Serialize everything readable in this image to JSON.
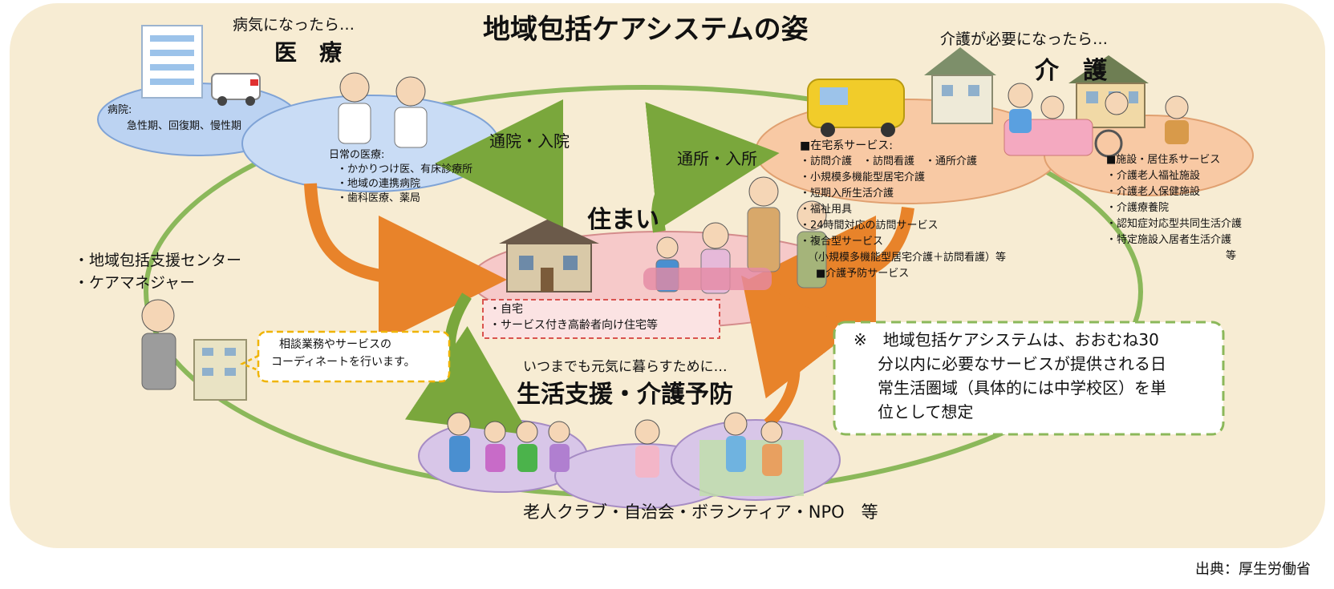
{
  "title": "地域包括ケアシステムの姿",
  "medical": {
    "heading_small": "病気になったら…",
    "heading": "医　療",
    "hospital_label": "病院:",
    "hospital_detail": "急性期、回復期、慢性期",
    "daily_title": "日常の医療:",
    "daily_items": [
      "・かかりつけ医、有床診療所",
      "・地域の連携病院",
      "・歯科医療、薬局"
    ]
  },
  "care": {
    "heading_small": "介護が必要になったら…",
    "heading": "介　護",
    "home_title": "■在宅系サービス:",
    "home_items": [
      "・訪問介護　・訪問看護　・通所介護",
      "・小規模多機能型居宅介護",
      "・短期入所生活介護",
      "・福祉用具",
      "・24時間対応の訪問サービス",
      "・複合型サービス",
      "（小規模多機能型居宅介護＋訪問看護）等",
      "■介護予防サービス"
    ],
    "facility_title": "■施設・居住系サービス",
    "facility_items": [
      "・介護老人福祉施設",
      "・介護老人保健施設",
      "・介護療養院",
      "・認知症対応型共同生活介護",
      "・特定施設入居者生活介護"
    ],
    "facility_etc": "等"
  },
  "arrows": {
    "hospital": "通院・入院",
    "daycare": "通所・入所"
  },
  "housing": {
    "heading": "住まい",
    "items": [
      "・自宅",
      "・サービス付き高齢者向け住宅等"
    ]
  },
  "support_center": {
    "items": [
      "・地域包括支援センター",
      "・ケアマネジャー"
    ],
    "callout": [
      "相談業務やサービスの",
      "コーディネートを行います。"
    ]
  },
  "life": {
    "heading_small": "いつまでも元気に暮らすために…",
    "heading": "生活支援・介護予防",
    "footer": "老人クラブ・自治会・ボランティア・NPO　等"
  },
  "note": {
    "lines": [
      "※　地域包括ケアシステムは、おおむね30",
      "分以内に必要なサービスが提供される日",
      "常生活圏域（具体的には中学校区）を単",
      "位として想定"
    ]
  },
  "source": "出典：厚生労働省",
  "colors": {
    "panel": "#f7ecd3",
    "ring": "#8bb85a",
    "green_arrow": "#7aa73c",
    "orange_arrow": "#e8832a",
    "blue_ellipse": "#bcd3f2",
    "pink_ellipse": "#f6c9c9",
    "orange_ellipse": "#f8c9a4",
    "purple_ellipse": "#d8c6e8",
    "note_border": "#8bb85a",
    "callout_border": "#f0b400"
  }
}
